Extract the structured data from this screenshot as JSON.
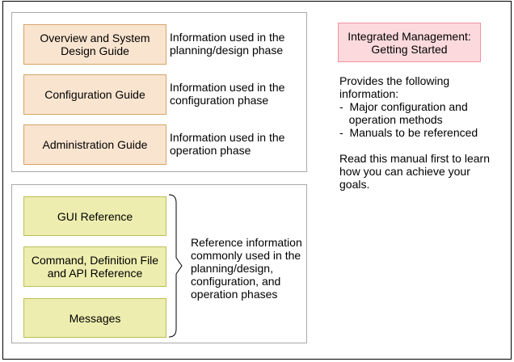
{
  "diagram": {
    "top_group": {
      "rows": [
        {
          "label": "Overview and System\nDesign Guide",
          "description": "Information used in the\nplanning/design phase"
        },
        {
          "label": "Configuration Guide",
          "description": "Information used in the\nconfiguration phase"
        },
        {
          "label": "Administration Guide",
          "description": "Information used in the\noperation phase"
        }
      ]
    },
    "bottom_group": {
      "boxes": [
        {
          "label": "GUI Reference"
        },
        {
          "label": "Command, Definition File\nand API Reference"
        },
        {
          "label": "Messages"
        }
      ],
      "brace_note": "Reference information\ncommonly used in the\nplanning/design,\nconfiguration, and\noperation phases"
    },
    "right_panel": {
      "box_label": "Integrated Management:\nGetting Started",
      "description": "Provides the following\ninformation:\n-  Major configuration and\n   operation methods\n-  Manuals to be referenced\n\nRead this manual first to learn\nhow you can achieve your\ngoals."
    },
    "colors": {
      "manual_box_fill": "#F9E4CF",
      "manual_box_border": "#D5A56A",
      "reference_box_fill": "#EDEDAF",
      "reference_box_border": "#BDBD5C",
      "getting_started_fill": "#FCD9DD",
      "getting_started_border": "#F0939E",
      "group_border": "#A9A9A9",
      "outer_border": "#000000"
    }
  }
}
